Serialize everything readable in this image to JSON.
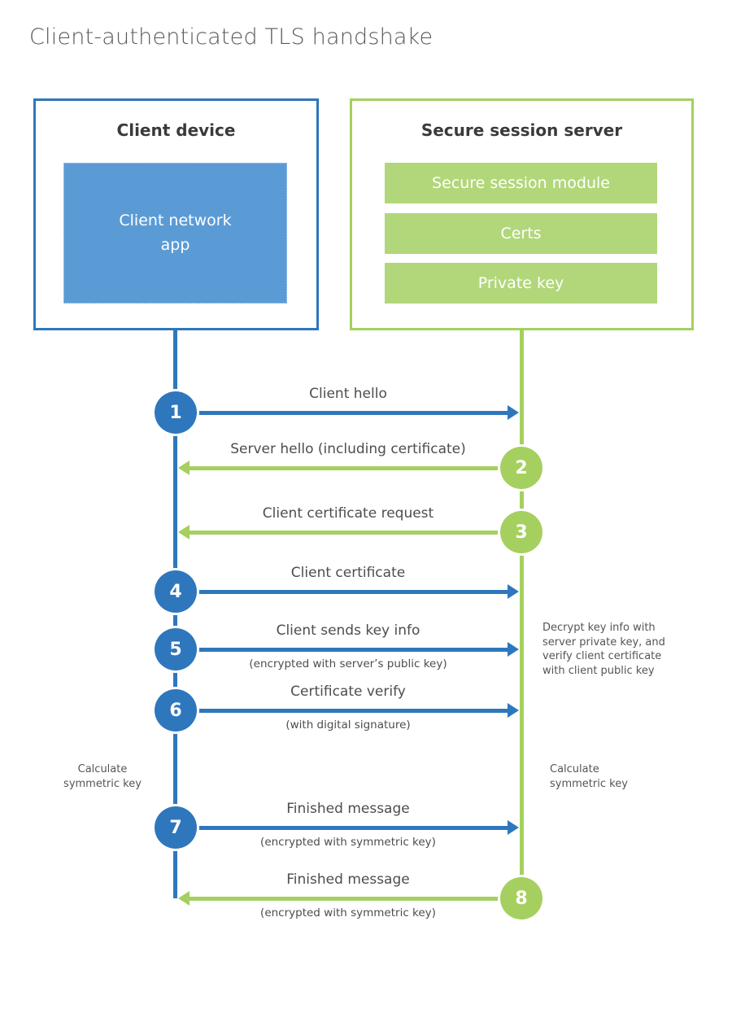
{
  "title": "Client-authenticated TLS handshake",
  "colors": {
    "blue": "#2e77bd",
    "blue_fill": "#5b9bd5",
    "green": "#a5d05f",
    "green_fill": "#b1d77a",
    "heading_text": "#3a3a3a",
    "label_text": "#4d4d4d"
  },
  "client_box": {
    "title": "Client device",
    "app_label": "Client network\napp"
  },
  "server_box": {
    "title": "Secure session server",
    "modules": [
      {
        "label": "Secure session module"
      },
      {
        "label": "Certs"
      },
      {
        "label": "Private key"
      }
    ]
  },
  "steps": [
    {
      "num": "1",
      "label": "Client hello"
    },
    {
      "num": "2",
      "label": "Server hello (including certificate)"
    },
    {
      "num": "3",
      "label": "Client certificate request"
    },
    {
      "num": "4",
      "label": "Client certificate"
    },
    {
      "num": "5",
      "label": "Client sends key info",
      "sub": "(encrypted with server’s public key)"
    },
    {
      "num": "6",
      "label": "Certificate verify",
      "sub": "(with digital signature)"
    },
    {
      "num": "7",
      "label": "Finished message",
      "sub": "(encrypted with symmetric key)"
    },
    {
      "num": "8",
      "label": "Finished message",
      "sub": "(encrypted with symmetric key)"
    }
  ],
  "annotations": {
    "decrypt": "Decrypt key info with\nserver private key, and\nverify client certificate\nwith client public key",
    "calc_left": "Calculate\nsymmetric key",
    "calc_right": "Calculate\nsymmetric key"
  }
}
